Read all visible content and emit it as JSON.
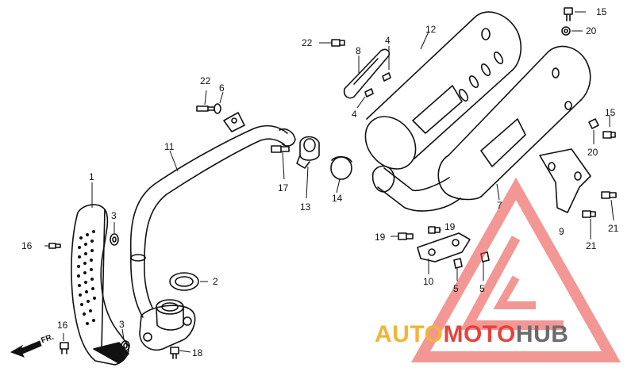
{
  "diagram": {
    "callouts": [
      {
        "id": "c1",
        "text": "1"
      },
      {
        "id": "c2",
        "text": "2"
      },
      {
        "id": "c3a",
        "text": "3"
      },
      {
        "id": "c3b",
        "text": "3"
      },
      {
        "id": "c4a",
        "text": "4"
      },
      {
        "id": "c4b",
        "text": "4"
      },
      {
        "id": "c5a",
        "text": "5"
      },
      {
        "id": "c5b",
        "text": "5"
      },
      {
        "id": "c6",
        "text": "6"
      },
      {
        "id": "c7",
        "text": "7"
      },
      {
        "id": "c8",
        "text": "8"
      },
      {
        "id": "c9",
        "text": "9"
      },
      {
        "id": "c10",
        "text": "10"
      },
      {
        "id": "c11",
        "text": "11"
      },
      {
        "id": "c12",
        "text": "12"
      },
      {
        "id": "c13",
        "text": "13"
      },
      {
        "id": "c14",
        "text": "14"
      },
      {
        "id": "c15a",
        "text": "15"
      },
      {
        "id": "c15b",
        "text": "15"
      },
      {
        "id": "c16a",
        "text": "16"
      },
      {
        "id": "c16b",
        "text": "16"
      },
      {
        "id": "c17",
        "text": "17"
      },
      {
        "id": "c18",
        "text": "18"
      },
      {
        "id": "c19a",
        "text": "19"
      },
      {
        "id": "c19b",
        "text": "19"
      },
      {
        "id": "c20a",
        "text": "20"
      },
      {
        "id": "c20b",
        "text": "20"
      },
      {
        "id": "c21a",
        "text": "21"
      },
      {
        "id": "c21b",
        "text": "21"
      },
      {
        "id": "c22a",
        "text": "22"
      },
      {
        "id": "c22b",
        "text": "22"
      }
    ],
    "front_marker": "FR."
  },
  "watermark": {
    "part1": "AUTO",
    "part2": "MOTO",
    "part3": "HUB",
    "color_red": "#e8413c",
    "color_gold": "#f2b43a",
    "color_gray": "#6b6b6b"
  }
}
